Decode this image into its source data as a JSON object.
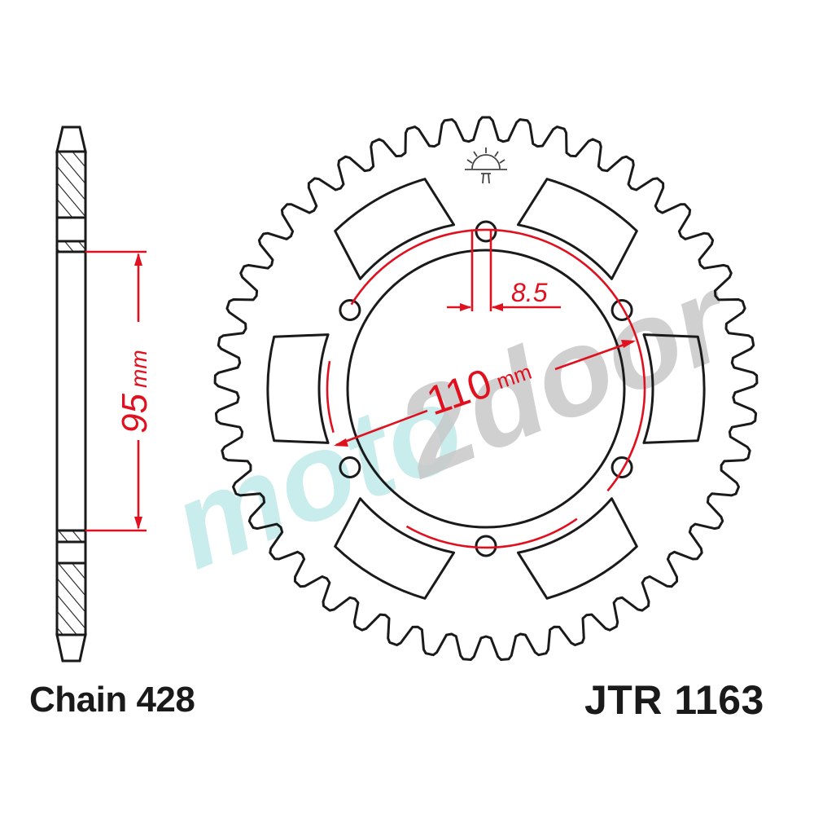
{
  "diagram": {
    "type": "rear-sprocket-technical-drawing",
    "part_number_label": "JTR 1163",
    "chain_label": "Chain 428",
    "teeth_count": 45,
    "bolt_holes": 6,
    "lightening_slots": 6,
    "dimensions": {
      "offset": {
        "value": "95",
        "unit": "mm"
      },
      "pcd": {
        "value": "110",
        "unit": "mm"
      },
      "bolt_hole_diameter": {
        "value": "8.5",
        "unit": ""
      }
    },
    "watermark": {
      "text_left": "moto",
      "text_right": "2door"
    },
    "logo_icon": "jt-sunrise-logo-icon",
    "colors": {
      "outline": "#1a1a1a",
      "dimension": "#e0101e",
      "watermark_teal": "#c9ecec",
      "watermark_gray": "#c8c8c8",
      "background": "#ffffff"
    }
  }
}
